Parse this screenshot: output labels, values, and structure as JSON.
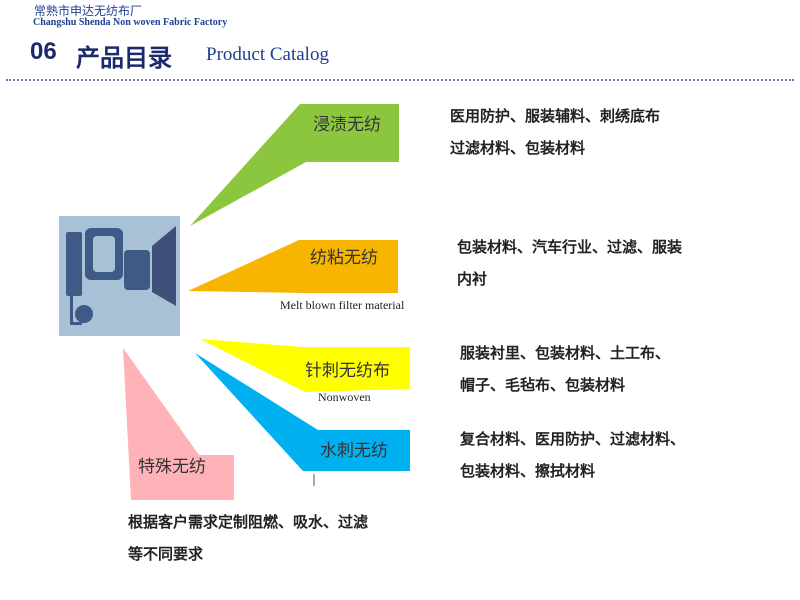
{
  "header": {
    "company_cn": "常熟市申达无纺布厂",
    "company_en": "Changshu Shenda Non woven Fabric Factory",
    "title_number": "06",
    "title_cn": "产品目录",
    "title_en": "Product Catalog"
  },
  "categories": [
    {
      "label": "浸渍无纺",
      "color": "#8cc63f",
      "desc_lines": [
        "医用防护、服装辅料、刺绣底布",
        "过滤材料、包装材料"
      ]
    },
    {
      "label": "纺粘无纺",
      "color": "#f7b500",
      "sub_label": "Melt blown filter material",
      "desc_lines": [
        "包装材料、汽车行业、过滤、服装",
        "内衬"
      ]
    },
    {
      "label": "针刺无纺布",
      "color": "#ffff00",
      "sub_label": "Nonwoven",
      "desc_lines": [
        "服装衬里、包装材料、土工布、",
        "帽子、毛毡布、包装材料"
      ]
    },
    {
      "label": "水刺无纺",
      "color": "#00b0f0",
      "desc_lines": [
        "复合材料、医用防护、过滤材料、",
        "包装材料、擦拭材料"
      ]
    },
    {
      "label": "特殊无纺",
      "color": "#ffb3b8",
      "desc_lines": [
        "根据客户需求定制阻燃、吸水、过滤",
        "等不同要求"
      ]
    }
  ],
  "colors": {
    "header_text": "#1f3f8f",
    "title_text": "#1b2a6b",
    "machine_bg": "#a9c1d6",
    "machine_parts": "#3f4f7a"
  },
  "icons": [
    "machine-logo-icon"
  ]
}
